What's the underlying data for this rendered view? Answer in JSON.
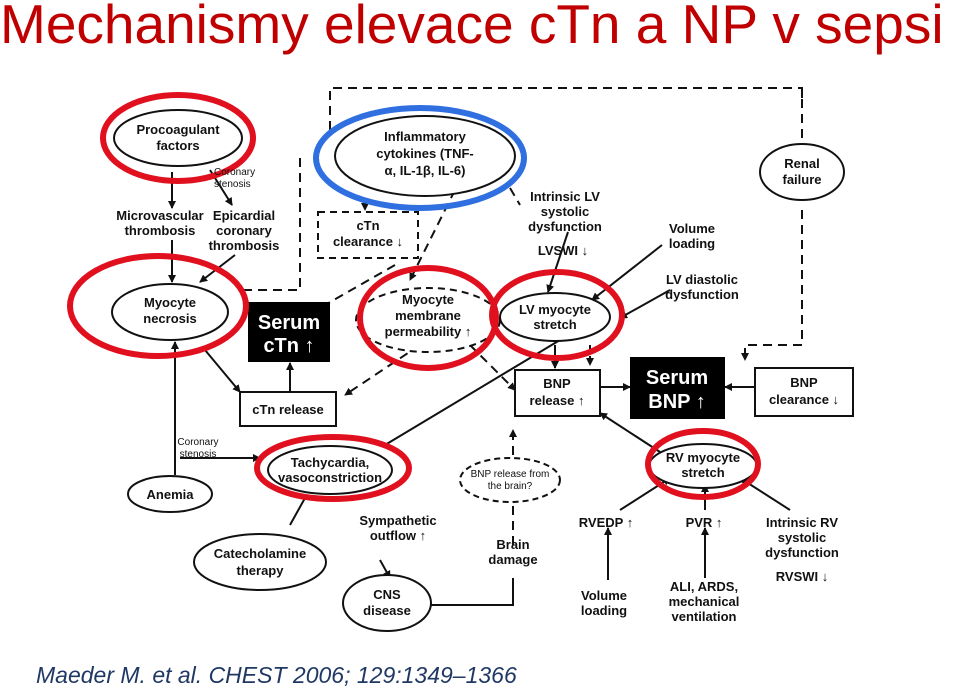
{
  "title": "Mechanismy elevace cTn a NP v sepsi",
  "citation": "Maeder M. et al. CHEST 2006; 129:1349–1366",
  "highlight_colors": {
    "red": "#e0101e",
    "blue": "#2f6fe0"
  },
  "nodes": {
    "procoagulant": [
      "Procoagulant",
      "factors"
    ],
    "inflammatory": [
      "Inflammatory",
      "cytokines (TNF-",
      "α, IL-1β, IL-6)"
    ],
    "renal": [
      "Renal",
      "failure"
    ],
    "coronary_stenosis_top": [
      "Coronary",
      "stenosis"
    ],
    "microvascular": [
      "Microvascular",
      "thrombosis"
    ],
    "epicardial": [
      "Epicardial",
      "coronary",
      "thrombosis"
    ],
    "ctn_clearance": [
      "cTn",
      "clearance ↓"
    ],
    "intrinsic_lv": [
      "Intrinsic LV",
      "systolic",
      "dysfunction"
    ],
    "lvswi": "LVSWI ↓",
    "volume_loading_top": [
      "Volume",
      "loading"
    ],
    "lv_diastolic": [
      "LV diastolic",
      "dysfunction"
    ],
    "myocyte_necrosis": [
      "Myocyte",
      "necrosis"
    ],
    "serum_ctn": [
      "Serum",
      "cTn ↑"
    ],
    "membrane": [
      "Myocyte",
      "membrane",
      "permeability ↑"
    ],
    "lv_stretch": [
      "LV myocyte",
      "stretch"
    ],
    "bnp_release": [
      "BNP",
      "release ↑"
    ],
    "serum_bnp": [
      "Serum",
      "BNP ↑"
    ],
    "bnp_clearance": [
      "BNP",
      "clearance ↓"
    ],
    "ctn_release": "cTn release",
    "coronary_stenosis_mid": [
      "Coronary",
      "stenosis"
    ],
    "tachycardia": [
      "Tachycardia,",
      "vasoconstriction"
    ],
    "bnp_brain": [
      "BNP release from",
      "the brain?"
    ],
    "rv_stretch": [
      "RV myocyte",
      "stretch"
    ],
    "anemia": "Anemia",
    "sympathetic": [
      "Sympathetic",
      "outflow ↑"
    ],
    "rvedp": "RVEDP ↑",
    "pvr": "PVR ↑",
    "intrinsic_rv": [
      "Intrinsic RV",
      "systolic",
      "dysfunction"
    ],
    "rvswi": "RVSWI ↓",
    "catecholamine": [
      "Catecholamine",
      "therapy"
    ],
    "brain_damage": [
      "Brain",
      "damage"
    ],
    "cns": [
      "CNS",
      "disease"
    ],
    "volume_loading_bottom": [
      "Volume",
      "loading"
    ],
    "ali": [
      "ALI, ARDS,",
      "mechanical",
      "ventilation"
    ]
  }
}
